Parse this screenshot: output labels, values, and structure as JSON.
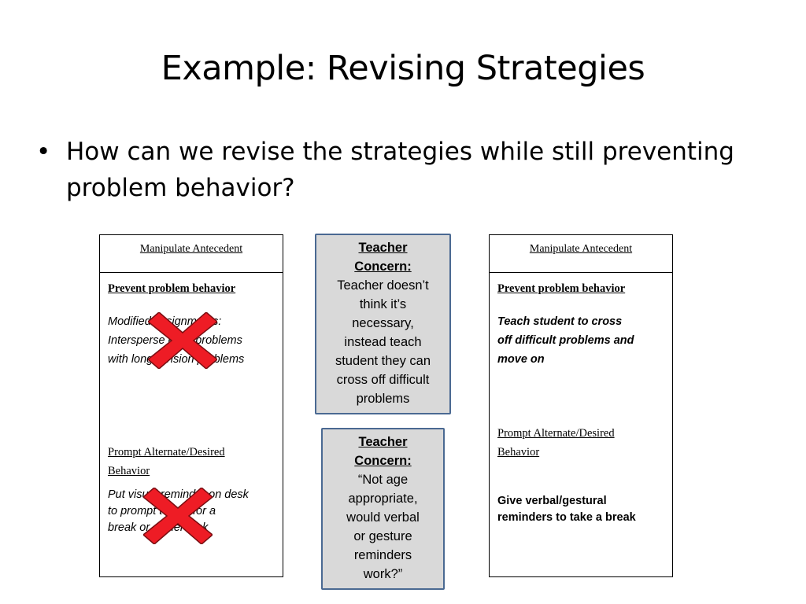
{
  "slide": {
    "title": "Example: Revising Strategies",
    "bullet": "How can we revise the strategies while still preventing problem behavior?"
  },
  "left_table": {
    "header": "Manipulate Antecedent",
    "prevent_heading": "Prevent problem behavior",
    "prevent_lines": [
      "Modified assignments:",
      "Intersperse easy problems",
      "with long division problems"
    ],
    "prompt_heading_lines": [
      "Prompt Alternate/Desired",
      "Behavior"
    ],
    "prompt_lines": [
      "Put visual reminder on desk",
      "to prompt to ask for a",
      "break or easier task"
    ]
  },
  "right_table": {
    "header": "Manipulate Antecedent",
    "prevent_heading": "Prevent problem behavior",
    "prevent_lines": [
      "Teach student to cross",
      "off difficult problems and",
      "move on"
    ],
    "prompt_heading_lines": [
      "Prompt Alternate/Desired",
      "Behavior"
    ],
    "prompt_lines": [
      "Give verbal/gestural",
      "reminders to take a break"
    ]
  },
  "concern_1": {
    "label_lines": [
      "Teacher",
      "Concern:"
    ],
    "text_lines": [
      "Teacher doesn’t",
      "think it’s",
      "necessary,",
      "instead teach",
      "student they can",
      "cross off difficult",
      "problems"
    ]
  },
  "concern_2": {
    "label_lines": [
      "Teacher",
      "Concern:"
    ],
    "text_lines": [
      "“Not age",
      "appropriate,",
      "would verbal",
      "or gesture",
      "reminders",
      "work?”"
    ]
  },
  "colors": {
    "x_mark": "#ee1c25",
    "concern_fill": "#d9d9d9",
    "concern_border": "#4a6992"
  },
  "icons": {
    "strike": "red-x-icon"
  }
}
